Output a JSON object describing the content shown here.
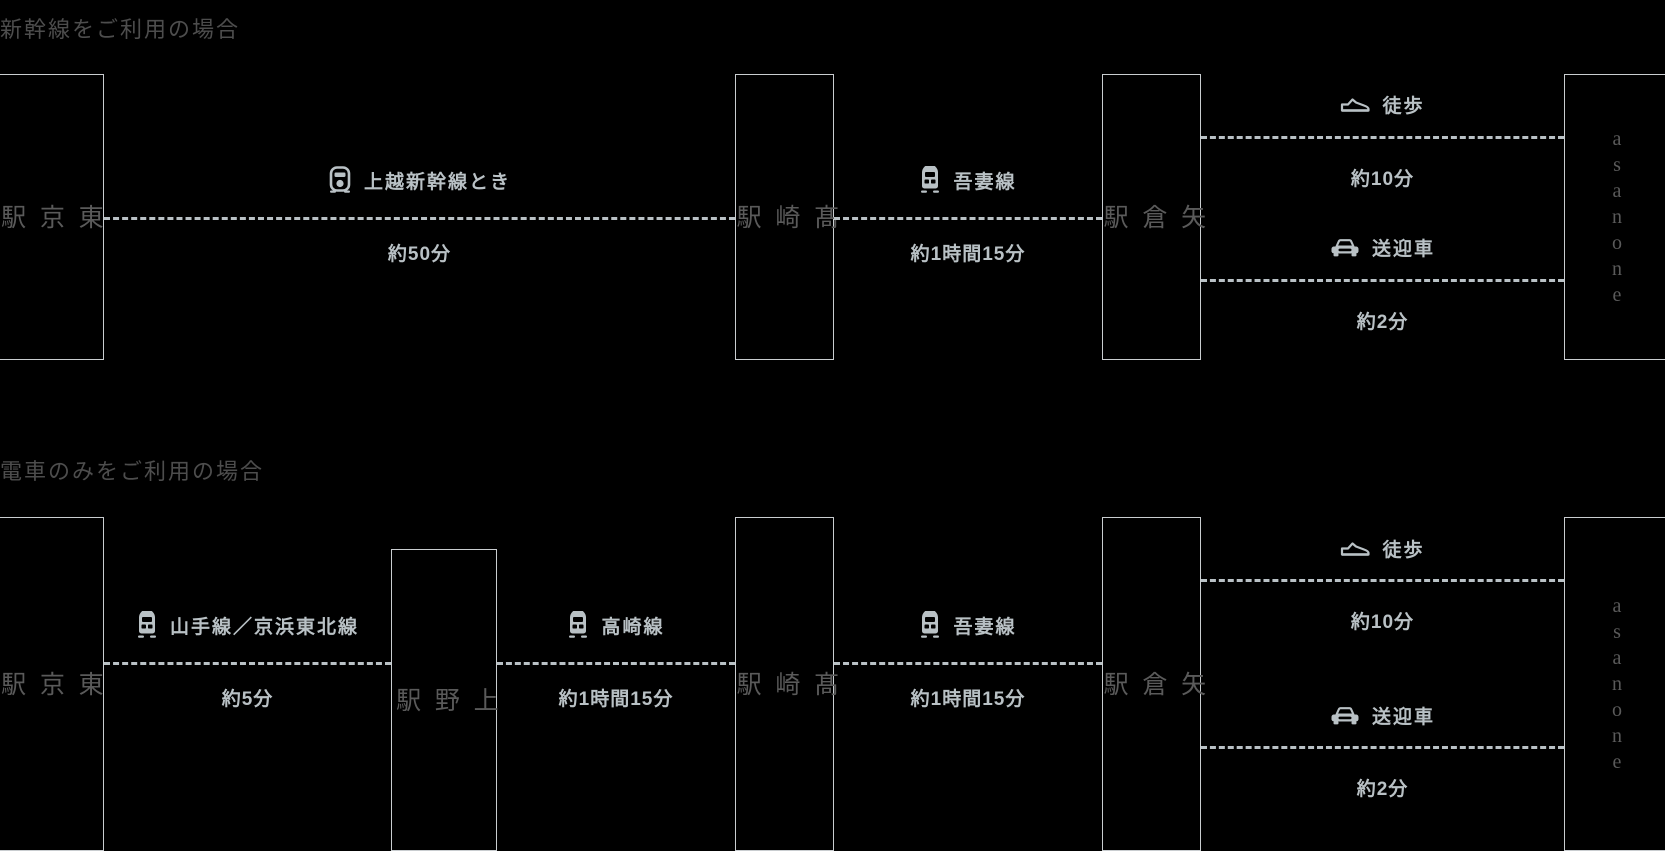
{
  "background_color": "#000000",
  "accent_color": "#b9c1c5",
  "border_color": "#c9cdd0",
  "station_text_color": "#5a5a5a",
  "routes": [
    {
      "title": "新幹線をご利用の場合",
      "stations": [
        {
          "name": "東京駅",
          "chars": "東\n京\n駅"
        },
        {
          "name": "髙崎駅",
          "chars": "髙\n崎\n駅"
        },
        {
          "name": "矢倉駅",
          "chars": "矢\n倉\n駅"
        },
        {
          "name": "asanone",
          "chars": "asanone"
        }
      ],
      "legs": [
        {
          "icon": "shinkansen-icon",
          "label": "上越新幹線とき",
          "time": "約50分"
        },
        {
          "icon": "train-icon",
          "label": "吾妻線",
          "time": "約1時間15分"
        }
      ],
      "final_legs": [
        {
          "icon": "shoe-icon",
          "label": "徒歩",
          "time": "約10分"
        },
        {
          "icon": "car-icon",
          "label": "送迎車",
          "time": "約2分"
        }
      ]
    },
    {
      "title": "電車のみをご利用の場合",
      "stations": [
        {
          "name": "東京駅",
          "chars": "東\n京\n駅"
        },
        {
          "name": "上野駅",
          "chars": "上\n野\n駅"
        },
        {
          "name": "髙崎駅",
          "chars": "髙\n崎\n駅"
        },
        {
          "name": "矢倉駅",
          "chars": "矢\n倉\n駅"
        },
        {
          "name": "asanone",
          "chars": "asanone"
        }
      ],
      "legs": [
        {
          "icon": "train-icon",
          "label": "山手線／京浜東北線",
          "time": "約5分"
        },
        {
          "icon": "train-icon",
          "label": "高崎線",
          "time": "約1時間15分"
        },
        {
          "icon": "train-icon",
          "label": "吾妻線",
          "time": "約1時間15分"
        }
      ],
      "final_legs": [
        {
          "icon": "shoe-icon",
          "label": "徒歩",
          "time": "約10分"
        },
        {
          "icon": "car-icon",
          "label": "送迎車",
          "time": "約2分"
        }
      ]
    }
  ]
}
